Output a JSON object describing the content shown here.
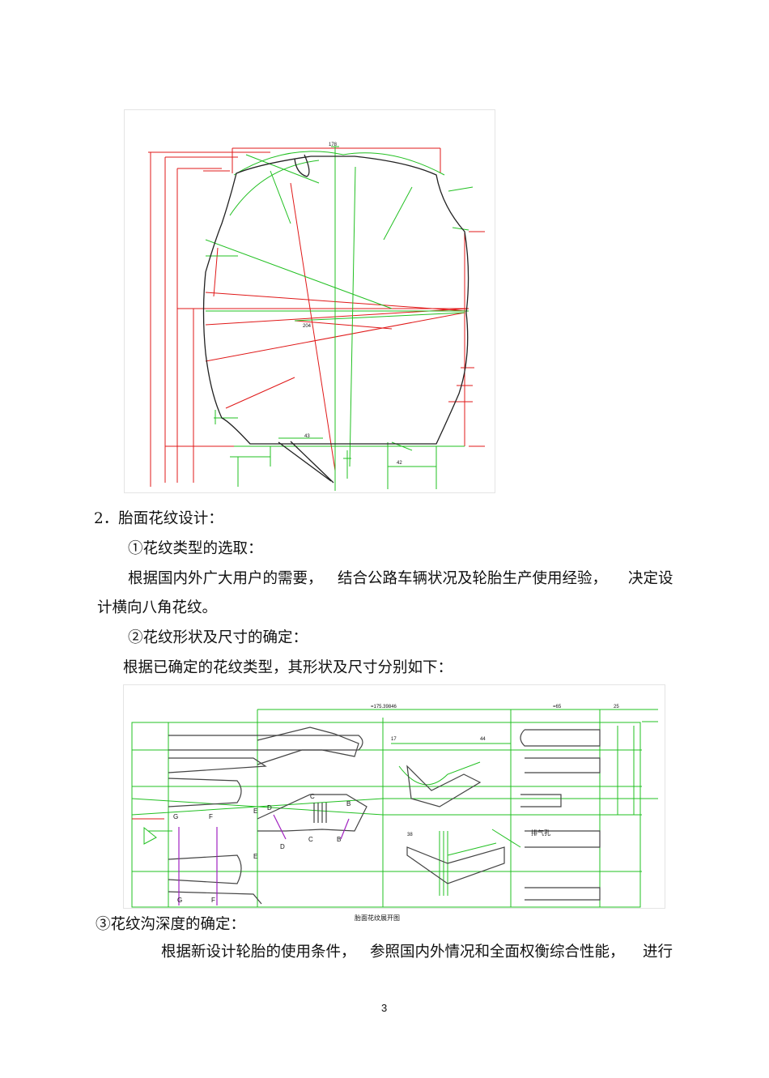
{
  "section2": {
    "heading": "2．胎面花纹设计：",
    "sub1": "①花纹类型的选取：",
    "p1_part1": "根据国内外广大用户的需要，",
    "p1_part2": "结合公路车辆状况及轮胎生产使用经验，",
    "p1_part3": "决定设",
    "p1_line2": "计横向八角花纹。",
    "sub2": "②花纹形状及尺寸的确定：",
    "p2": "根据已确定的花纹类型，其形状及尺寸分别如下：",
    "sub3": "③花纹沟深度的确定：",
    "p3_part1": "根据新设计轮胎的使用条件，",
    "p3_part2": "参照国内外情况和全面权衡综合性能，",
    "p3_part3": "进行"
  },
  "figure2": {
    "caption": "胎面花纹展开图",
    "note": "排气孔",
    "letters": [
      "G",
      "F",
      "E",
      "D",
      "C",
      "B"
    ]
  },
  "page_number": "3"
}
